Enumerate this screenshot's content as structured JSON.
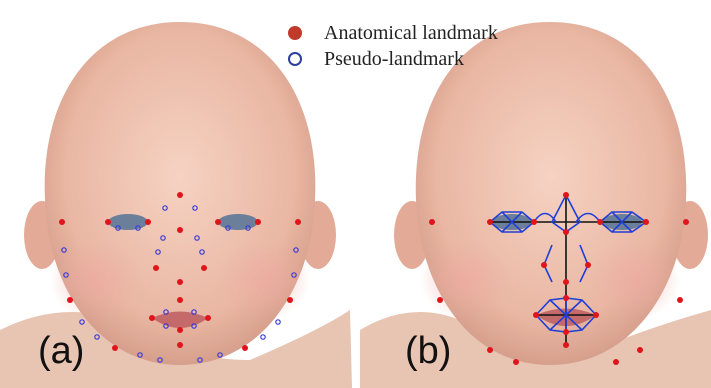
{
  "legend": {
    "anatomical": {
      "label": "Anatomical landmark",
      "color": "#c0392b"
    },
    "pseudo": {
      "label": "Pseudo-landmark",
      "color": "#2c3e9e"
    }
  },
  "panels": [
    {
      "label": "(a)"
    },
    {
      "label": "(b)"
    }
  ],
  "colors": {
    "skin": "#f2c6b4",
    "skin_shadow": "#d9a08c",
    "landmark": "#e0141b",
    "pseudo": "#3b3bd6",
    "connector_blue": "#1f3fd8",
    "connector_black": "#111111"
  }
}
